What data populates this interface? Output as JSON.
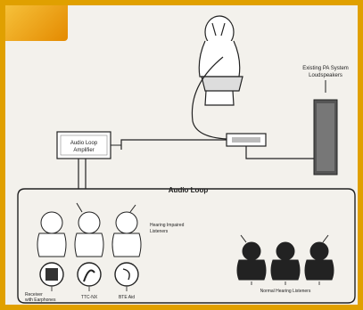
{
  "speaker_label_line1": "Existing PA System",
  "speaker_label_line2": "Loudspeakers",
  "amp_label_line1": "Audio Loop",
  "amp_label_line2": "Amplifier",
  "loop_label": "Audio Loop",
  "listening_label_line1": "Hearing Impaired",
  "listening_label_line2": "Listeners",
  "normal_listening_label": "Normal Hearing Listeners",
  "device1_label_line1": "Receiver",
  "device1_label_line2": "with Earphones",
  "device2_label": "TTC-NX",
  "device3_label": "BTE Aid"
}
